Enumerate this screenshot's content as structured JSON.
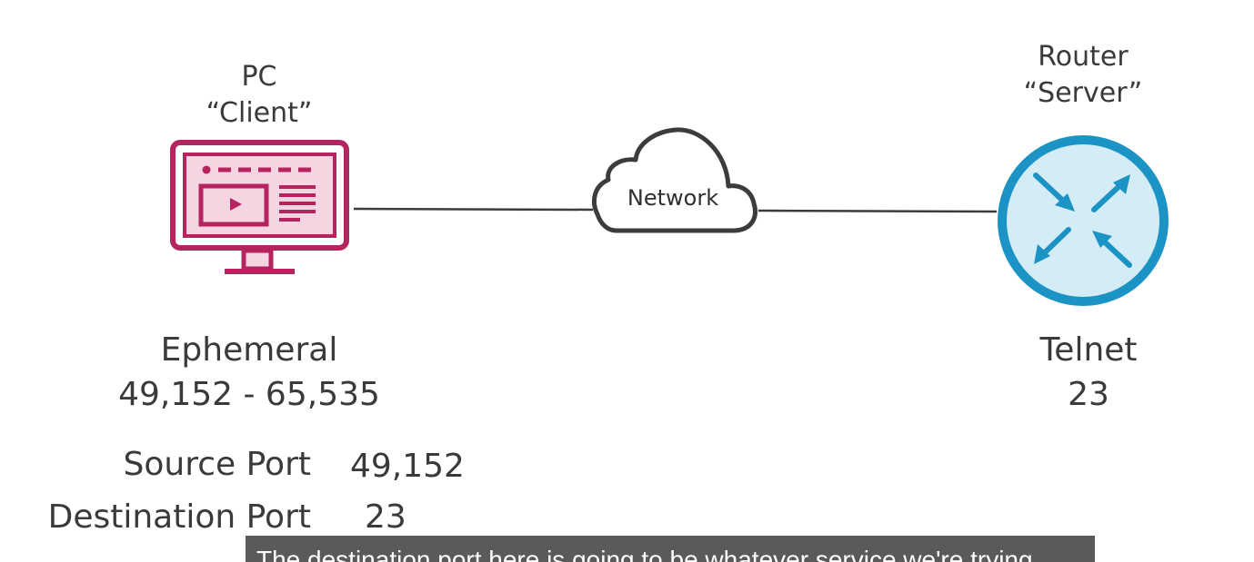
{
  "client": {
    "title": "PC",
    "role": "“Client”",
    "port_type": "Ephemeral",
    "port_range": "49,152 - 65,535"
  },
  "network": {
    "label": "Network"
  },
  "server": {
    "title": "Router",
    "role": "“Server”",
    "service": "Telnet",
    "port": "23"
  },
  "ports": {
    "source_label": "Source Port",
    "source_value": "49,152",
    "destination_label": "Destination Port",
    "destination_value": "23"
  },
  "caption": {
    "text": "The destination port here is going to be whatever service we're trying"
  },
  "colors": {
    "client_accent": "#b5245e",
    "client_fill": "#f5d5e1",
    "router_ring": "#1b93c4",
    "router_fill": "#d3ecf6",
    "line": "#3c3c3c",
    "text": "#3a3a3a",
    "caption_bg": "#595a5c"
  }
}
